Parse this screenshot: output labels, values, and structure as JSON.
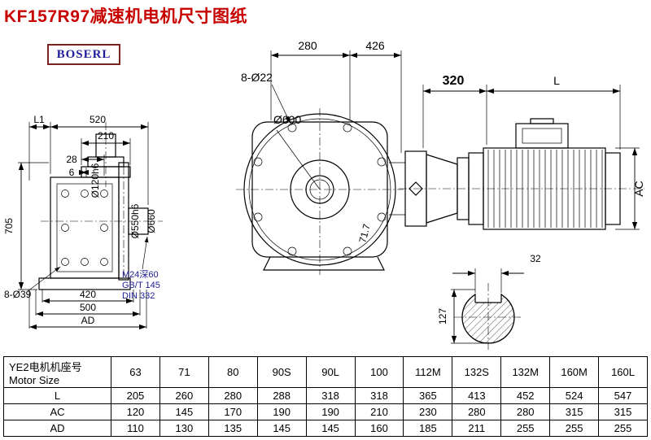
{
  "page": {
    "title": "KF157R97减速机电机尺寸图纸",
    "logo": "BOSERL"
  },
  "left_view": {
    "l1": "L1",
    "d520": "520",
    "d210": "210",
    "d28": "28",
    "d6": "6",
    "d705": "705",
    "holes": "8-Ø39",
    "d420": "420",
    "d500": "500",
    "ad": "AD",
    "dia120": "Ø120h6",
    "dia550": "Ø550h6",
    "dia660": "Ø660",
    "thread": "M24深60",
    "gb": "GB/T 145",
    "din": "DIN 332"
  },
  "front_view": {
    "dim_280": "280",
    "dim_426": "426",
    "holes": "8-Ø22",
    "diameter": "Ø600",
    "angle": "71.7"
  },
  "motor_view": {
    "d320": "320",
    "l": "L",
    "ac": "AC"
  },
  "shaft_view": {
    "d32": "32",
    "d127": "127"
  },
  "table": {
    "size_label_cn": "YE2电机机座号",
    "size_label_en": "Motor Size",
    "columns": [
      "63",
      "71",
      "80",
      "90S",
      "90L",
      "100",
      "112M",
      "132S",
      "132M",
      "160M",
      "160L"
    ],
    "rows": [
      {
        "label": "L",
        "values": [
          "205",
          "260",
          "280",
          "288",
          "318",
          "318",
          "365",
          "413",
          "452",
          "524",
          "547"
        ]
      },
      {
        "label": "AC",
        "values": [
          "120",
          "145",
          "170",
          "190",
          "190",
          "210",
          "230",
          "280",
          "280",
          "315",
          "315"
        ]
      },
      {
        "label": "AD",
        "values": [
          "110",
          "130",
          "135",
          "145",
          "145",
          "160",
          "185",
          "211",
          "255",
          "255",
          "255"
        ]
      }
    ]
  }
}
